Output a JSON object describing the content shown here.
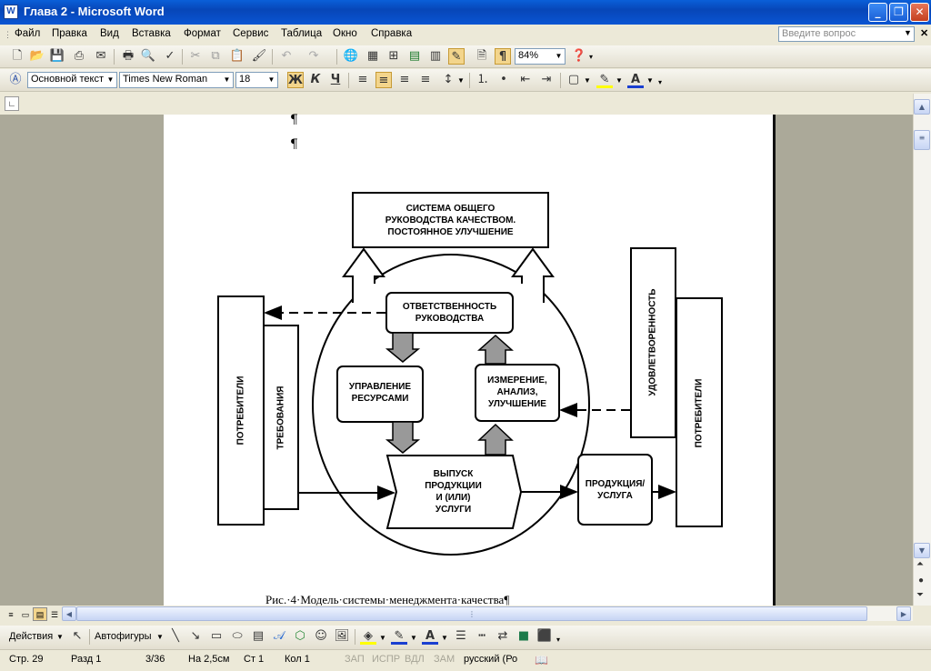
{
  "window": {
    "title": "Глава 2 - Microsoft Word",
    "app_icon": "W"
  },
  "menu": [
    "Файл",
    "Правка",
    "Вид",
    "Вставка",
    "Формат",
    "Сервис",
    "Таблица",
    "Окно",
    "Справка"
  ],
  "ask_placeholder": "Введите вопрос",
  "toolbar_standard": {
    "zoom": "84%"
  },
  "toolbar_format": {
    "style": "Основной текст",
    "font": "Times New Roman",
    "size": "18",
    "bold": "Ж",
    "italic": "К",
    "underline": "Ч"
  },
  "document": {
    "pilcrow": "¶",
    "caption": "Рис.·4·Модель·системы·менеджмента·качества¶",
    "diagram": {
      "top_box": [
        "СИСТЕМА ОБЩЕГО",
        "РУКОВОДСТВА КАЧЕСТВОМ.",
        "ПОСТОЯННОЕ УЛУЧШЕНИЕ"
      ],
      "responsibility": [
        "ОТВЕТСТВЕННОСТЬ",
        "РУКОВОДСТВА"
      ],
      "resources": [
        "УПРАВЛЕНИЕ",
        "РЕСУРСАМИ"
      ],
      "measurement": [
        "ИЗМЕРЕНИЕ,",
        "АНАЛИЗ,",
        "УЛУЧШЕНИЕ"
      ],
      "output": [
        "ВЫПУСК",
        "ПРОДУКЦИИ",
        "И (ИЛИ)",
        "УСЛУГИ"
      ],
      "product": [
        "ПРОДУКЦИЯ/",
        "УСЛУГА"
      ],
      "consumers_left": "ПОТРЕБИТЕЛИ",
      "requirements": "ТРЕБОВАНИЯ",
      "satisfaction": "УДОВЛЕТВОРЕННОСТЬ",
      "consumers_right": "ПОТРЕБИТЕЛИ"
    }
  },
  "drawing_toolbar": {
    "actions": "Действия",
    "autoshapes": "Автофигуры"
  },
  "status": {
    "page": "Стр. 29",
    "section": "Разд 1",
    "pages": "3/36",
    "at": "На 2,5см",
    "line": "Ст 1",
    "col": "Кол 1",
    "rec": "ЗАП",
    "trk": "ИСПР",
    "ext": "ВДЛ",
    "ovr": "ЗАМ",
    "lang": "русский (Ро"
  }
}
